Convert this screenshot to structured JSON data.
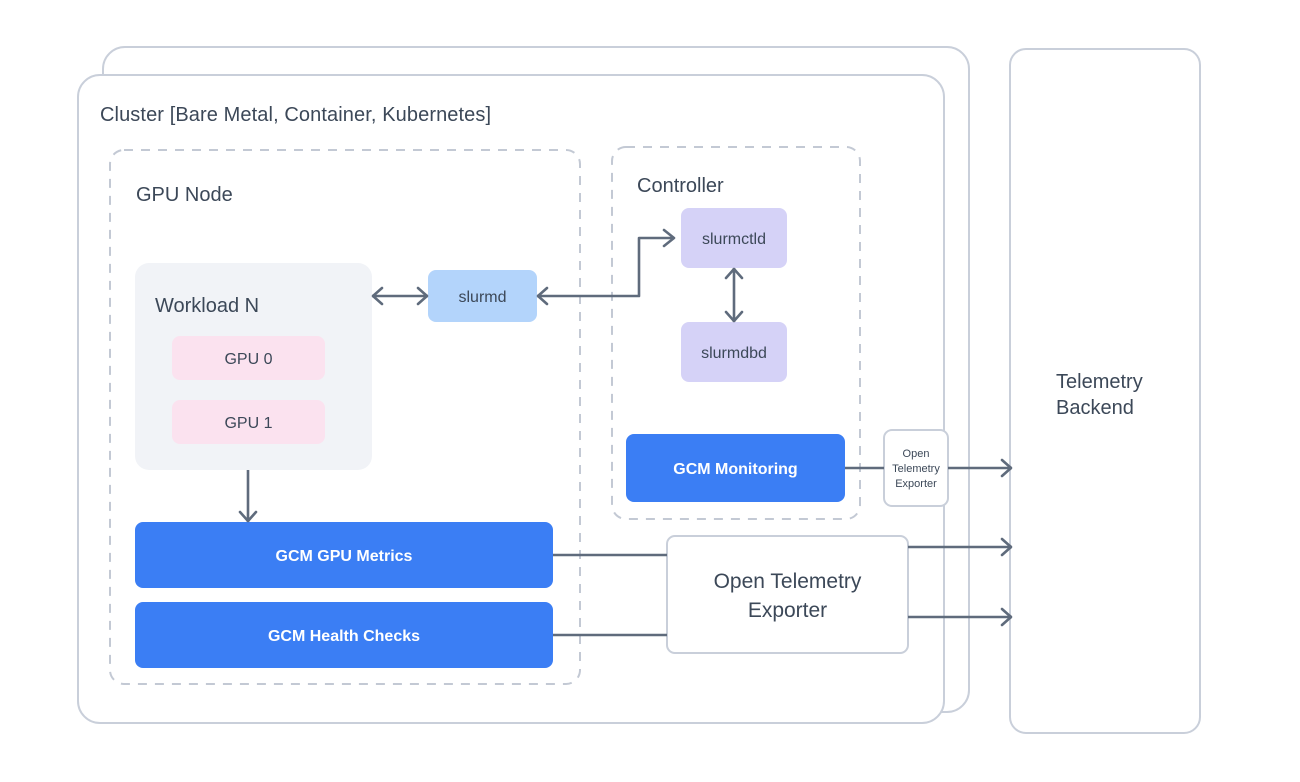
{
  "diagram": {
    "title": "Cluster [Bare Metal, Container, Kubernetes]",
    "colors": {
      "accent_blue": "#3b7ef4",
      "slurmd_blue": "#b3d4fb",
      "slurm_lavender": "#d5d2f7",
      "gpu_pink": "#fbe2ef",
      "workload_gray": "#f1f3f7",
      "connector_gray": "#5f6b7c",
      "border_gray": "#c9cfda",
      "text_dark": "#3c4858"
    },
    "cluster": {
      "label": "Cluster [Bare Metal, Container, Kubernetes]",
      "gpu_node": {
        "label": "GPU Node",
        "workload": {
          "label": "Workload N",
          "gpus": [
            {
              "label": "GPU 0"
            },
            {
              "label": "GPU 1"
            }
          ]
        },
        "slurmd": {
          "label": "slurmd"
        },
        "metrics_boxes": [
          {
            "label": "GCM GPU Metrics"
          },
          {
            "label": "GCM Health Checks"
          }
        ]
      },
      "controller": {
        "label": "Controller",
        "nodes": [
          {
            "label": "slurmctld"
          },
          {
            "label": "slurmdbd"
          }
        ],
        "monitoring": {
          "label": "GCM Monitoring"
        },
        "exporter_small": {
          "label": "Open\nTelemetry\nExporter",
          "line1": "Open",
          "line2": "Telemetry",
          "line3": "Exporter"
        }
      }
    },
    "exporter_main": {
      "line1": "Open Telemetry",
      "line2": "Exporter"
    },
    "backend": {
      "line1": "Telemetry",
      "line2": "Backend"
    }
  }
}
